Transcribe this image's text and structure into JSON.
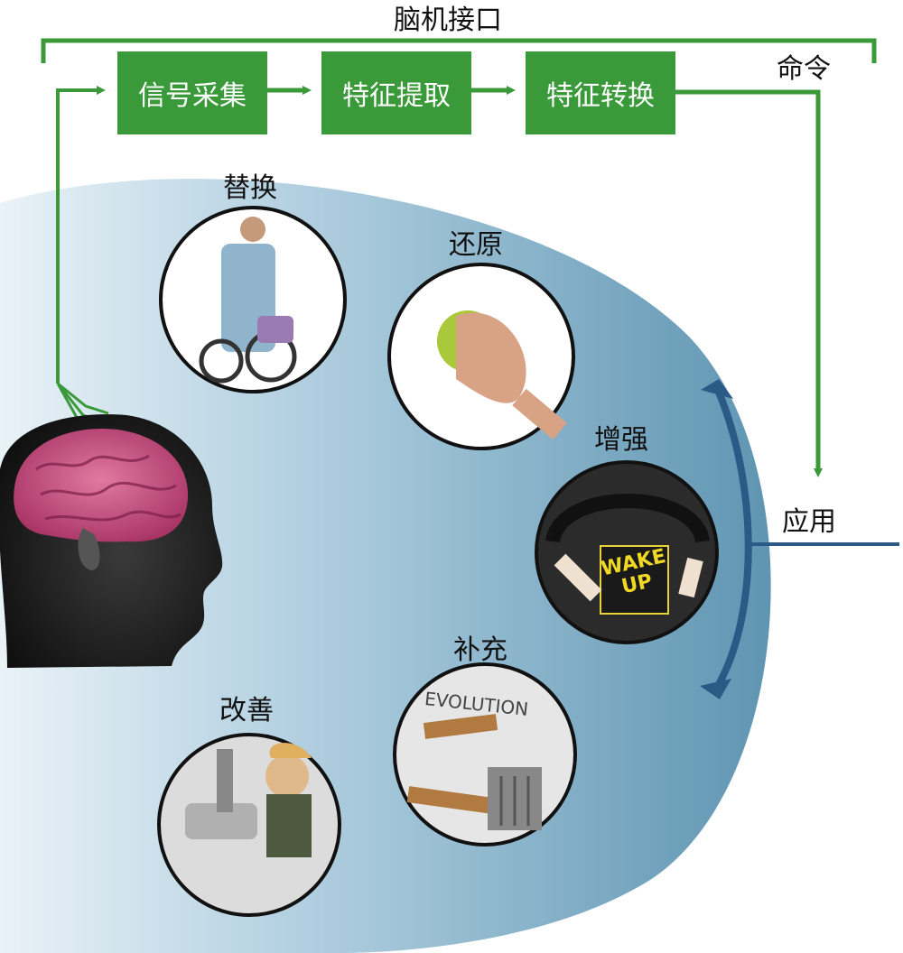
{
  "top_bracket_label": "脑机接口",
  "pipeline": {
    "acquisition": "信号采集",
    "extraction": "特征提取",
    "translation": "特征转换"
  },
  "command_label": "命令",
  "application_label": "应用",
  "applications": {
    "replace": "替换",
    "restore": "还原",
    "enhance": "增强",
    "supplement": "补充",
    "improve": "改善"
  },
  "enhance_photo_text": [
    "WAKE",
    "UP"
  ],
  "supplement_photo_text": "EVOLUTION",
  "colors": {
    "green": "#3a9a3a",
    "navy": "#2c5a86",
    "region_light": "#d6e6ef",
    "region_dark": "#6a9fbb"
  }
}
